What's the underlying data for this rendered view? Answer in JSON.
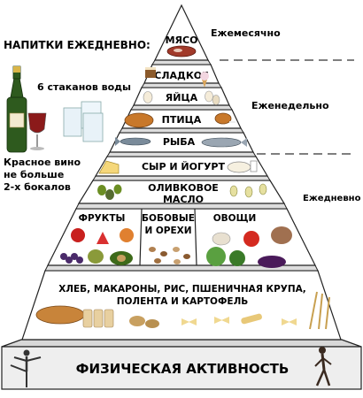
{
  "drinks": {
    "header": "НАПИТКИ ЕЖЕДНЕВНО:",
    "water": "6 стаканов воды",
    "wine": [
      "Красное вино",
      "не больше",
      "2-х бокалов"
    ]
  },
  "frequency": {
    "monthly": "Ежемесячно",
    "weekly": "Еженедельно",
    "daily": "Ежедневно"
  },
  "tiers": {
    "meat": "МЯСО",
    "sweets": "СЛАДКОЕ",
    "eggs": "ЯЙЦА",
    "poultry": "ПТИЦА",
    "fish": "РЫБА",
    "cheese": "СЫР И ЙОГУРТ",
    "olive": [
      "ОЛИВКОВОЕ",
      "МАСЛО"
    ],
    "fruits": "ФРУКТЫ",
    "legumes": [
      "БОБОВЫЕ",
      "И ОРЕХИ"
    ],
    "vegetables": "ОВОЩИ",
    "grains": [
      "ХЛЕБ, МАКАРОНЫ, РИС, ПШЕНИЧНАЯ КРУПА,",
      "ПОЛЕНТА И КАРТОФЕЛЬ"
    ],
    "activity": "ФИЗИЧЕСКАЯ АКТИВНОСТЬ"
  },
  "colors": {
    "tier_fill": "#ffffff",
    "tier_stroke": "#222222",
    "base_fill": "#eeeeee",
    "wine": "#8b1a1a",
    "bottle": "#2e5a1e"
  }
}
